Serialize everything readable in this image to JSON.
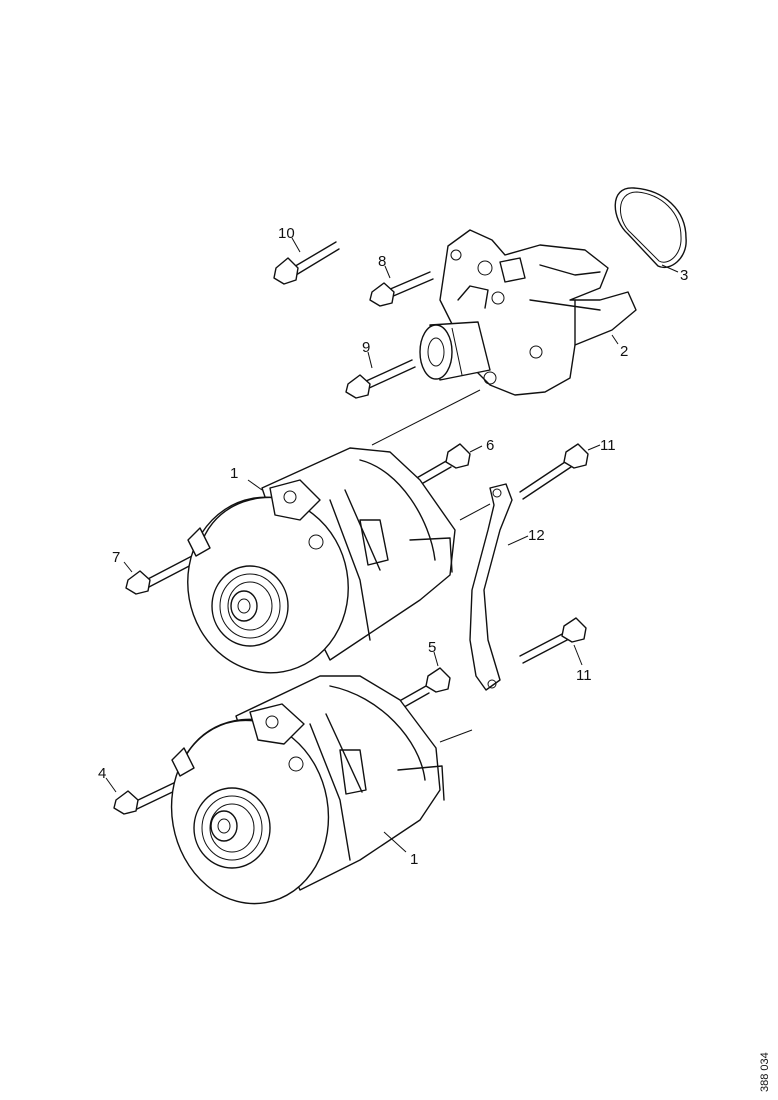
{
  "callouts": {
    "c1a": "1",
    "c1b": "1",
    "c2": "2",
    "c3": "3",
    "c4": "4",
    "c5": "5",
    "c6": "6",
    "c7": "7",
    "c8": "8",
    "c9": "9",
    "c10": "10",
    "c11a": "11",
    "c11b": "11",
    "c12": "12"
  },
  "document_id": "388 034"
}
